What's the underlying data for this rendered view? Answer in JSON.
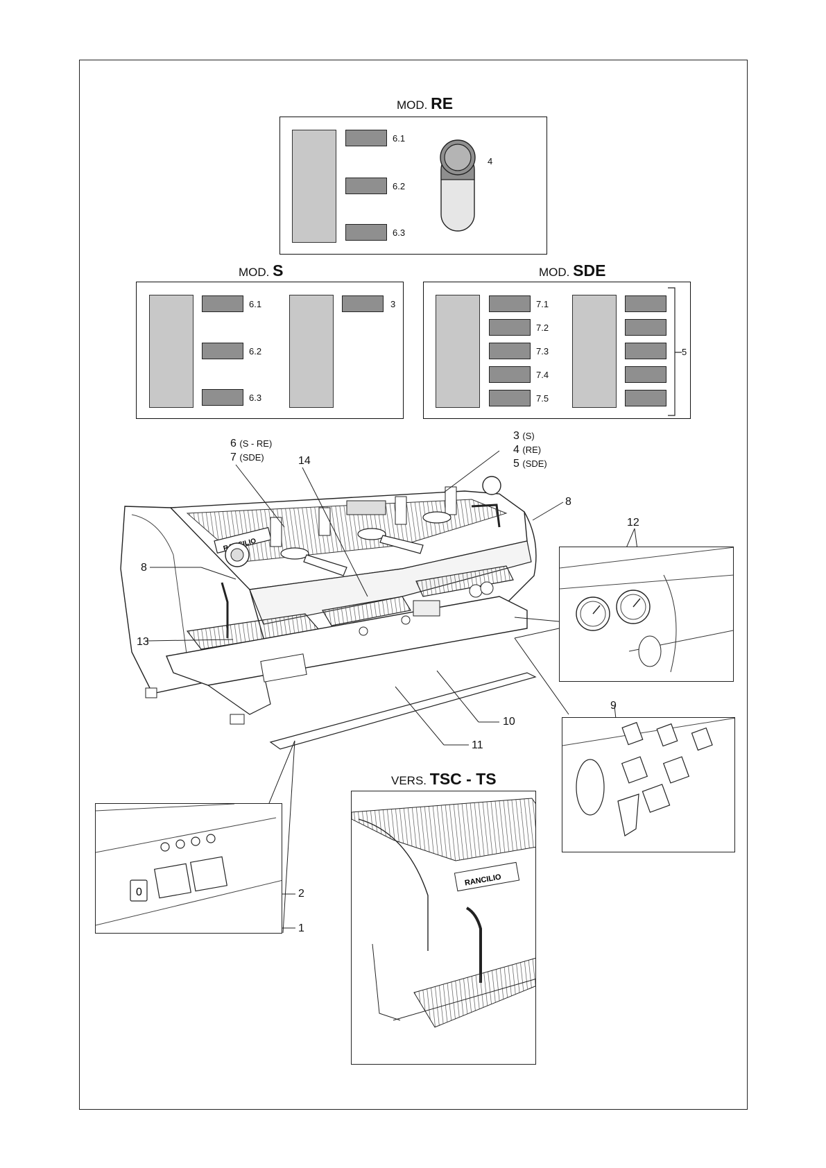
{
  "models": {
    "re": {
      "prefix": "MOD.",
      "name": "RE",
      "buttons": [
        "6.1",
        "6.2",
        "6.3"
      ],
      "knob_label": "4"
    },
    "s": {
      "prefix": "MOD.",
      "name": "S",
      "buttons": [
        "6.1",
        "6.2",
        "6.3"
      ],
      "right_label": "3"
    },
    "sde": {
      "prefix": "MOD.",
      "name": "SDE",
      "buttons": [
        "7.1",
        "7.2",
        "7.3",
        "7.4",
        "7.5"
      ],
      "bracket_label": "5"
    }
  },
  "callouts": {
    "c6": "6",
    "c6_note": "(S - RE)",
    "c7": "7",
    "c7_note": "(SDE)",
    "c14": "14",
    "c3": "3",
    "c3_note": "(S)",
    "c4": "4",
    "c4_note": "(RE)",
    "c5": "5",
    "c5_note": "(SDE)",
    "c8_right": "8",
    "c8_left": "8",
    "c12": "12",
    "c13": "13",
    "c9": "9",
    "c10": "10",
    "c11": "11",
    "c2": "2",
    "c1": "1"
  },
  "version": {
    "prefix": "VERS.",
    "name": "TSC - TS"
  },
  "brand": "RANCILIO"
}
